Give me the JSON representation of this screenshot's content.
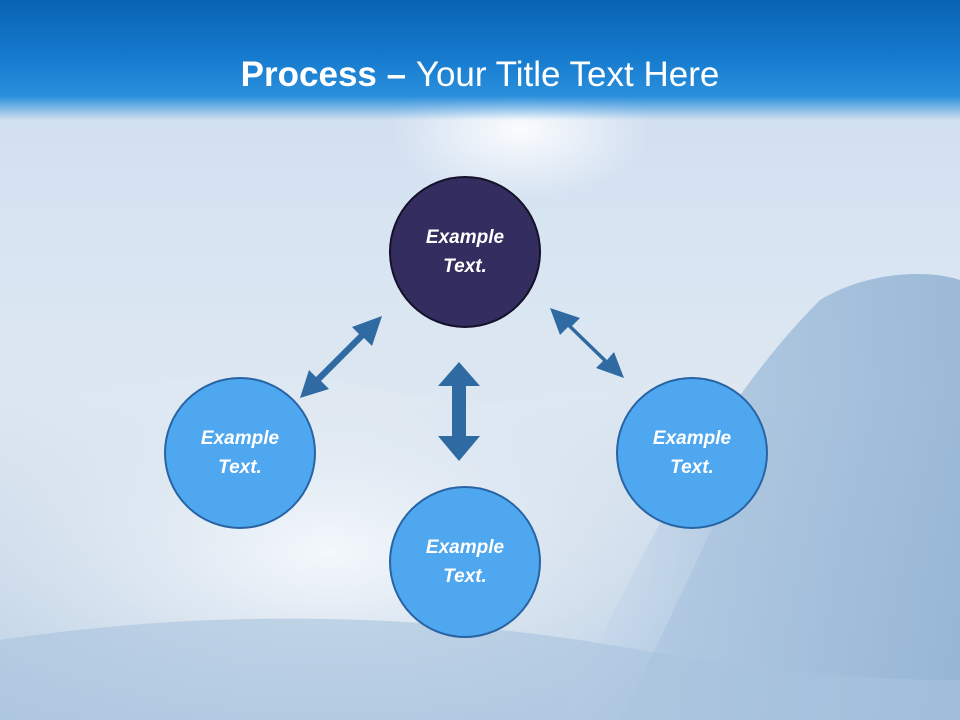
{
  "title": {
    "bold": "Process",
    "dash": " – ",
    "rest": "Your Title Text Here"
  },
  "nodes": {
    "top": {
      "line1": "Example",
      "line2": "Text."
    },
    "left": {
      "line1": "Example",
      "line2": "Text."
    },
    "right": {
      "line1": "Example",
      "line2": "Text."
    },
    "bottom": {
      "line1": "Example",
      "line2": "Text."
    }
  },
  "colors": {
    "header": "#1479cc",
    "node_dark": "#332d60",
    "node_light": "#4ea7ef",
    "arrow": "#2f6aa3"
  }
}
